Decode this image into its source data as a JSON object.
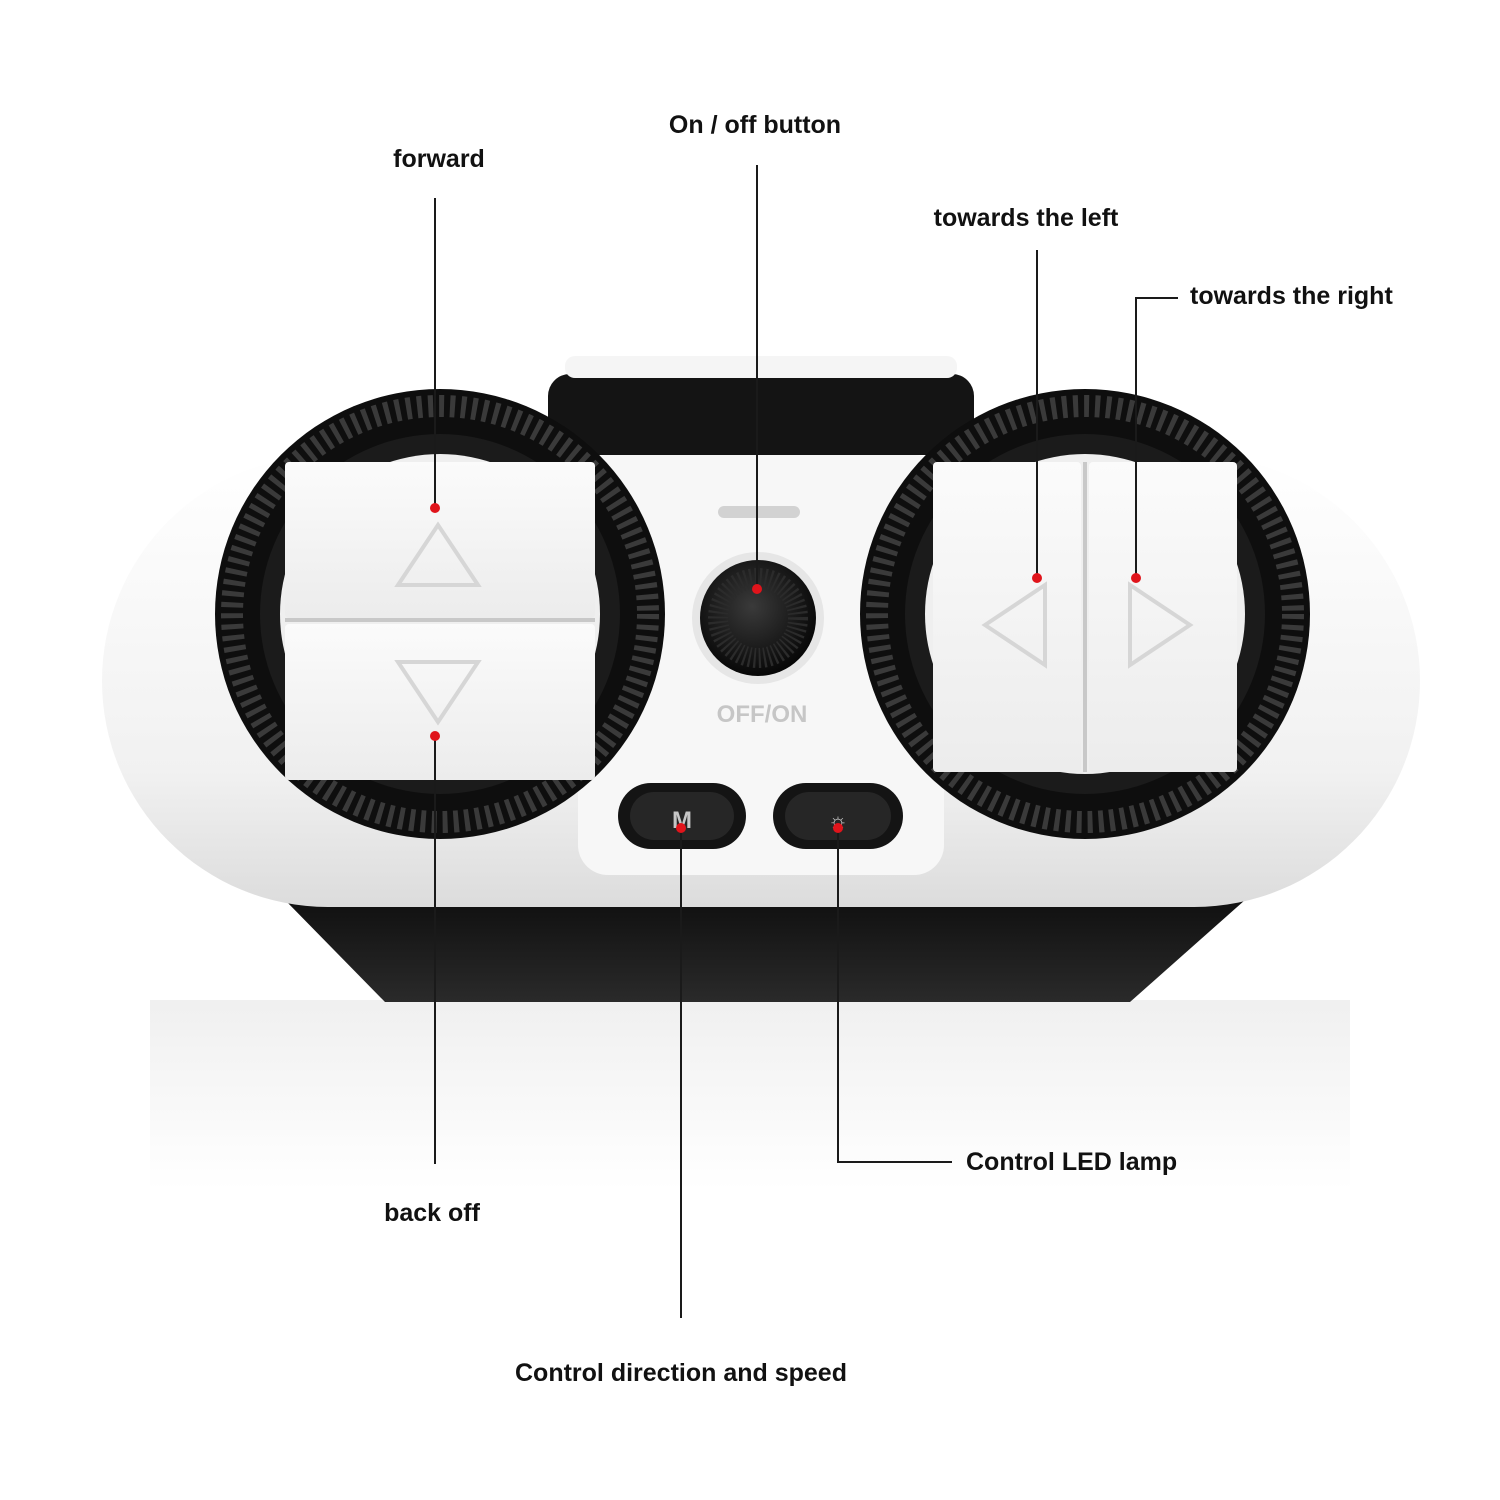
{
  "callouts": {
    "forward": "forward",
    "on_off": "On / off button",
    "towards_left": "towards the left",
    "towards_right": "towards the right",
    "back_off": "back off",
    "control_led": "Control LED lamp",
    "control_direction_speed": "Control direction and speed"
  },
  "device": {
    "switch_label": "OFF/ON",
    "mode_button_label": "M",
    "light_button_label": "☼"
  },
  "icons": {
    "forward_button": "triangle-up-icon",
    "back_button": "triangle-down-icon",
    "left_button": "triangle-left-icon",
    "right_button": "triangle-right-icon"
  },
  "colors": {
    "shell": "#f4f4f4",
    "rubber_ring": "#151515",
    "marker_dot": "#e0141b",
    "text": "#111111"
  }
}
